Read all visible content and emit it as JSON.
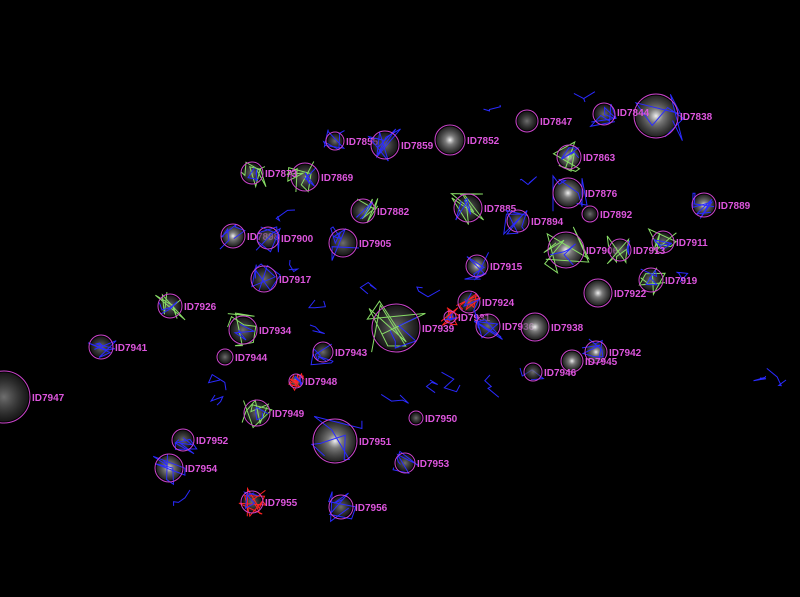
{
  "colors": {
    "background": "#000000",
    "outline": "#cc44cc",
    "label": "#dd55dd",
    "track_default": "#2a2aff",
    "track_green": "#88dd66",
    "track_red": "#ff2222",
    "blob_core": "#ffffff",
    "blob_edge": "#3a3a3a"
  },
  "cells": [
    {
      "id": "ID7838",
      "track": "blue"
    },
    {
      "id": "ID7844",
      "track": "blue"
    },
    {
      "id": "ID7847",
      "track": "none"
    },
    {
      "id": "ID7852",
      "track": "none"
    },
    {
      "id": "ID7855",
      "track": "blue"
    },
    {
      "id": "ID7859",
      "track": "blue"
    },
    {
      "id": "ID7863",
      "track": "green"
    },
    {
      "id": "ID7869",
      "track": "green"
    },
    {
      "id": "ID7873",
      "track": "green"
    },
    {
      "id": "ID7876",
      "track": "blue"
    },
    {
      "id": "ID7882",
      "track": "green"
    },
    {
      "id": "ID7885",
      "track": "green"
    },
    {
      "id": "ID7889",
      "track": "blue"
    },
    {
      "id": "ID7892",
      "track": "none"
    },
    {
      "id": "ID7894",
      "track": "blue"
    },
    {
      "id": "ID7898",
      "track": "blue"
    },
    {
      "id": "ID7900",
      "track": "blue"
    },
    {
      "id": "ID7905",
      "track": "blue"
    },
    {
      "id": "ID7906",
      "track": "green"
    },
    {
      "id": "ID7911",
      "track": "green"
    },
    {
      "id": "ID7913",
      "track": "green"
    },
    {
      "id": "ID7915",
      "track": "blue"
    },
    {
      "id": "ID7917",
      "track": "blue"
    },
    {
      "id": "ID7919",
      "track": "green"
    },
    {
      "id": "ID7922",
      "track": "none"
    },
    {
      "id": "ID7924",
      "track": "red"
    },
    {
      "id": "ID7926",
      "track": "green"
    },
    {
      "id": "ID7931",
      "track": "red"
    },
    {
      "id": "ID7934",
      "track": "green"
    },
    {
      "id": "ID7936",
      "track": "blue"
    },
    {
      "id": "ID7938",
      "track": "none"
    },
    {
      "id": "ID7939",
      "track": "green"
    },
    {
      "id": "ID7941",
      "track": "blue"
    },
    {
      "id": "ID7942",
      "track": "blue"
    },
    {
      "id": "ID7943",
      "track": "blue"
    },
    {
      "id": "ID7944",
      "track": "none"
    },
    {
      "id": "ID7945",
      "track": "none"
    },
    {
      "id": "ID7946",
      "track": "none"
    },
    {
      "id": "ID7947",
      "track": "none"
    },
    {
      "id": "ID7948",
      "track": "red"
    },
    {
      "id": "ID7949",
      "track": "green"
    },
    {
      "id": "ID7950",
      "track": "none"
    },
    {
      "id": "ID7951",
      "track": "blue"
    },
    {
      "id": "ID7952",
      "track": "blue"
    },
    {
      "id": "ID7953",
      "track": "blue"
    },
    {
      "id": "ID7954",
      "track": "blue"
    },
    {
      "id": "ID7955",
      "track": "red"
    },
    {
      "id": "ID7956",
      "track": "blue"
    }
  ]
}
